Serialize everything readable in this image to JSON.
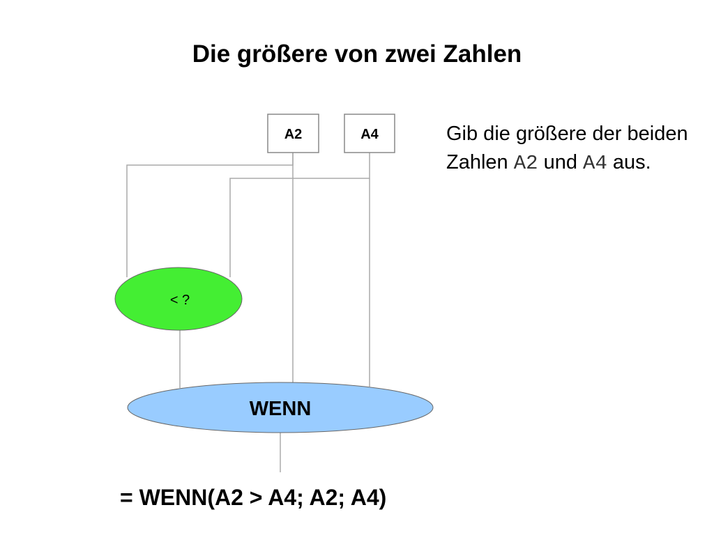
{
  "title": "Die größere von zwei Zahlen",
  "description": {
    "part1": "Gib die größere der beiden Zahlen ",
    "ref1": "A2",
    "part2": " und ",
    "ref2": "A4",
    "part3": " aus."
  },
  "nodes": {
    "cell_a2": "A2",
    "cell_a4": "A4",
    "compare_op": "< ?",
    "if_function": "WENN"
  },
  "formula": "= WENN(A2 > A4; A2; A4)",
  "colors": {
    "compare_fill": "#44ee33",
    "if_fill": "#99ccff",
    "line": "#aaaaaa",
    "outline": "#666666"
  }
}
